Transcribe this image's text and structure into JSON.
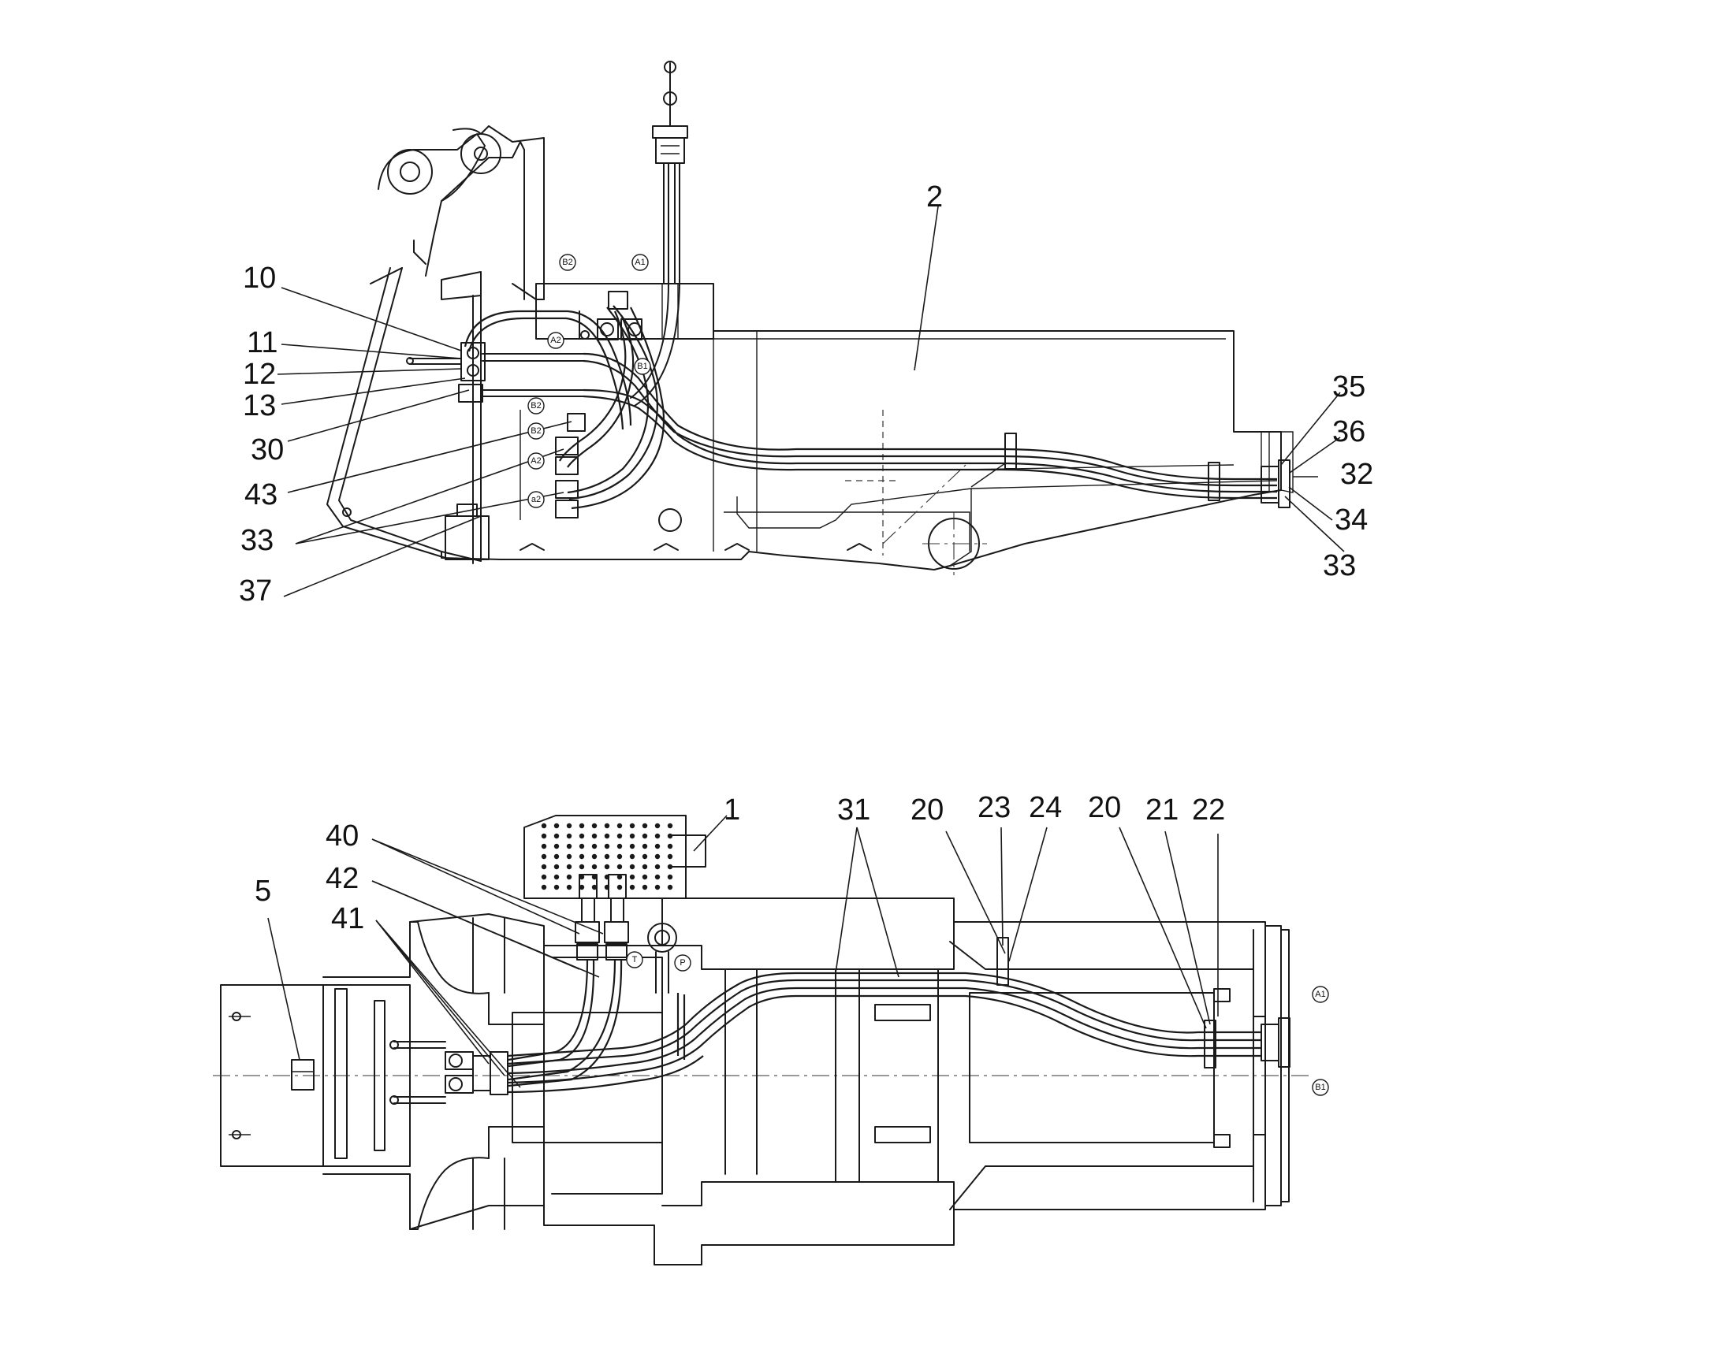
{
  "callouts_top": [
    "2",
    "10",
    "11",
    "12",
    "13",
    "30",
    "43",
    "33",
    "37",
    "35",
    "36",
    "32",
    "34",
    "33"
  ],
  "callouts_bottom": [
    "1",
    "31",
    "20",
    "23",
    "24",
    "20",
    "21",
    "22",
    "40",
    "42",
    "41",
    "5"
  ],
  "ports_top": [
    "B2",
    "A1",
    "A2",
    "B1",
    "B2",
    "B2",
    "A2",
    "a2"
  ],
  "ports_bottom": [
    "T",
    "P",
    "A1",
    "B1"
  ]
}
